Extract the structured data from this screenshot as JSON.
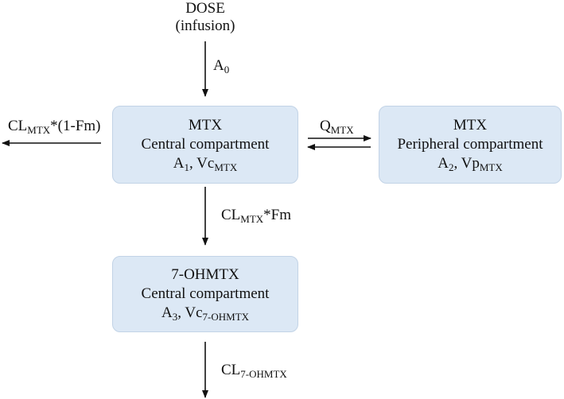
{
  "dose": {
    "line1": "DOSE",
    "line2": "(infusion)"
  },
  "a0": {
    "main": "A",
    "sub": "0"
  },
  "central_mtx": {
    "title": "MTX",
    "subtitle": "Central compartment",
    "amount": "A",
    "amount_sub": "1",
    "sep": ", ",
    "volume": "Vc",
    "volume_sub": "MTX"
  },
  "peripheral_mtx": {
    "title": "MTX",
    "subtitle": "Peripheral compartment",
    "amount": "A",
    "amount_sub": "2",
    "sep": ", ",
    "volume": "Vp",
    "volume_sub": "MTX"
  },
  "central_ohmtx": {
    "title": "7-OHMTX",
    "subtitle": "Central compartment",
    "amount": "A",
    "amount_sub": "3",
    "sep": ", ",
    "volume": "Vc",
    "volume_sub": "7-OHMTX"
  },
  "q_mtx": {
    "main": "Q",
    "sub": "MTX"
  },
  "cl_nonmetab": {
    "main": "CL",
    "sub": "MTX",
    "suffix": "*(1-Fm)"
  },
  "cl_metab": {
    "main": "CL",
    "sub": "MTX",
    "suffix": "*Fm"
  },
  "cl_ohmtx": {
    "main": "CL",
    "sub": "7-OHMTX"
  }
}
